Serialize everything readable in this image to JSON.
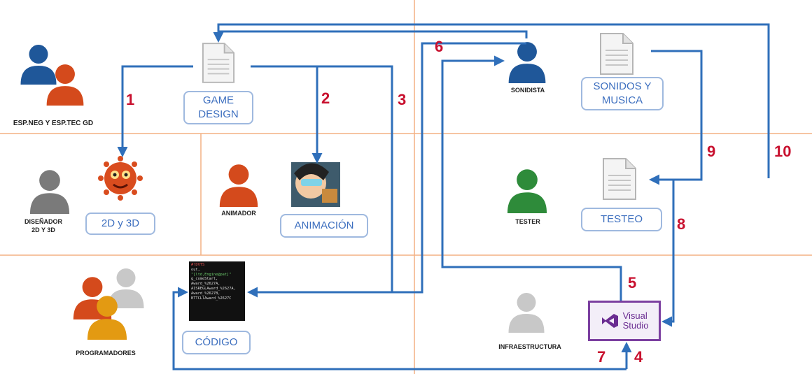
{
  "roles": {
    "business": "ESP.NEG Y ESP.TEC GD",
    "designer": "DISEÑADOR\n2D Y 3D",
    "animator": "ANIMADOR",
    "sound": "SONIDISTA",
    "tester": "TESTER",
    "programmers": "PROGRAMADORES",
    "infra": "INFRAESTRUCTURA"
  },
  "boxes": {
    "game_design": "GAME\nDESIGN",
    "art_2d3d": "2D y 3D",
    "animation": "ANIMACIÓN",
    "sounds_music": "SONIDOS Y\nMUSICA",
    "testing": "TESTEO",
    "code": "CÓDIGO"
  },
  "steps": [
    "1",
    "2",
    "3",
    "4",
    "5",
    "6",
    "7",
    "8",
    "9",
    "10"
  ],
  "code_lines": [
    "#!DVTS",
    "out,",
    "\"[ltd,Engine@pat]\"",
    "g_comeStart,",
    "Award_%2627A,",
    "AISREGLAward_%2627A,",
    "Award_%2627B,",
    "BTTCLlAward_%2627C"
  ],
  "visual_studio": {
    "line1": "Visual",
    "line2": "Studio"
  },
  "colors": {
    "arrow": "#2f6fba",
    "grid_line": "#f4b183",
    "step_number": "#c8102e",
    "person_blue": "#1f5799",
    "person_orange": "#d44a1c",
    "person_gray": "#7a7a7a",
    "person_light_gray": "#c8c8c8",
    "person_green": "#2e8b3a",
    "person_amber": "#e39a12",
    "box_border": "#9fb9df",
    "box_text": "#3d6fbf",
    "vs_purple": "#6a2c91"
  },
  "icons": {
    "person": "person-silhouette-icon",
    "document": "document-icon",
    "creature": "creature-art-icon",
    "animation_still": "animation-still-icon",
    "visual_studio": "visual-studio-logo-icon"
  }
}
